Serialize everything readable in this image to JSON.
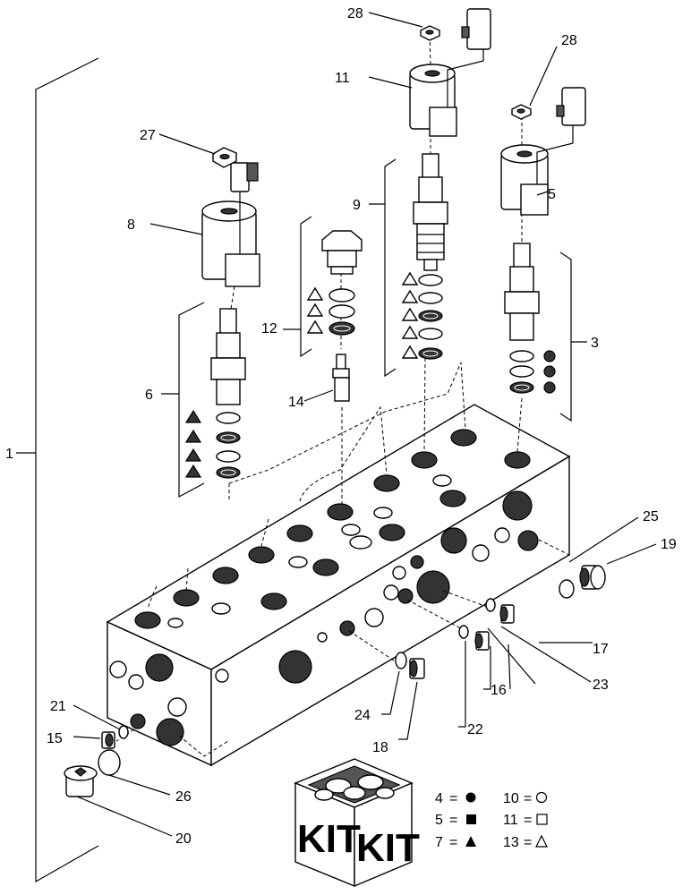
{
  "callouts": {
    "c1": "1",
    "c3": "3",
    "c5": "5",
    "c6": "6",
    "c8": "8",
    "c9": "9",
    "c11": "11",
    "c12": "12",
    "c14": "14",
    "c15": "15",
    "c16": "16",
    "c17": "17",
    "c18": "18",
    "c19": "19",
    "c20": "20",
    "c21": "21",
    "c22": "22",
    "c23": "23",
    "c24": "24",
    "c25": "25",
    "c26": "26",
    "c27": "27",
    "c28a": "28",
    "c28b": "28"
  },
  "kit_box": {
    "label_left": "KIT",
    "label_right": "KIT"
  },
  "legend": [
    {
      "number": "4",
      "eq": "=",
      "symbol": "filled-circle"
    },
    {
      "number": "5",
      "eq": "=",
      "symbol": "filled-square"
    },
    {
      "number": "7",
      "eq": "=",
      "symbol": "filled-triangle"
    },
    {
      "number": "10",
      "eq": "=",
      "symbol": "open-circle"
    },
    {
      "number": "11",
      "eq": "=",
      "symbol": "open-square"
    },
    {
      "number": "13",
      "eq": "=",
      "symbol": "open-triangle"
    }
  ]
}
